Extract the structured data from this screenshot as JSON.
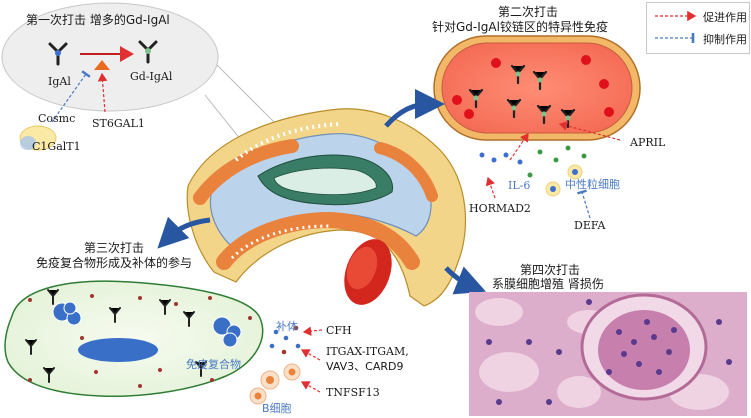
{
  "hit1": {
    "title": "第一次打击  增多的Gd-IgAl",
    "igal": "IgAl",
    "gd_igal": "Gd-IgAl",
    "cosmc": "Cosmc",
    "c1galt1": "C1GalT1",
    "st6gal1": "ST6GAL1"
  },
  "hit2": {
    "title": "第二次打击",
    "subtitle": "针对Gd-IgAl铰链区的特异性免疫",
    "april": "APRIL",
    "il6": "IL-6",
    "hormad2": "HORMAD2",
    "neutrophil": "中性粒细胞",
    "defa": "DEFA"
  },
  "hit3": {
    "title": "第三次打击",
    "subtitle": "免疫复合物形成及补体的参与",
    "complement": "补体",
    "immune_complex": "免疫复合物",
    "cfh": "CFH",
    "genes_line1": "ITGAX-ITGAM,",
    "genes_line2": "VAV3、CARD9",
    "tnfsf13": "TNFSF13",
    "b_cell": "B细胞"
  },
  "hit4": {
    "title": "第四次打击",
    "subtitle": "系膜细胞增殖  肾损伤"
  },
  "legend": {
    "promote": "促进作用",
    "inhibit": "抑制作用",
    "promote_color": "#e03030",
    "inhibit_color": "#4a79c4"
  }
}
